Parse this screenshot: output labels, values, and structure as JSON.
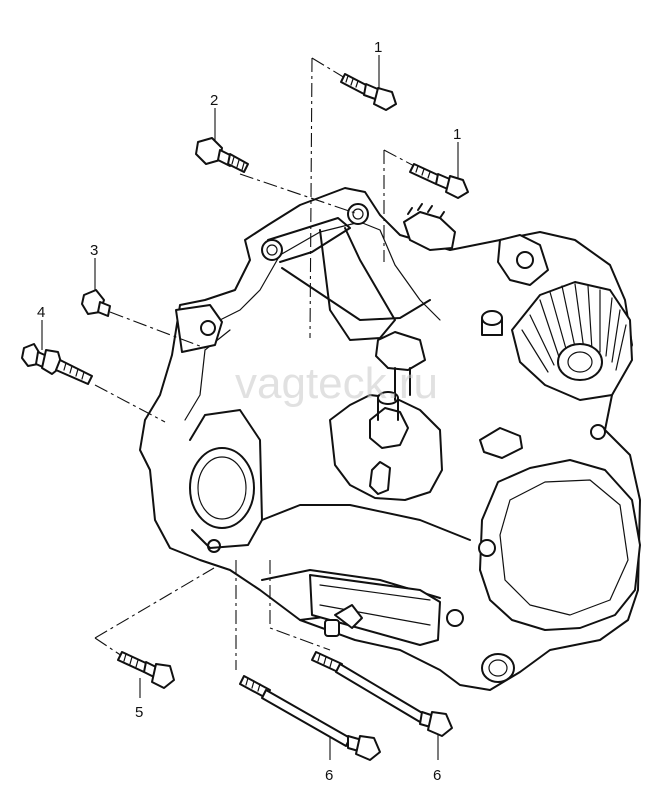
{
  "watermark": "vagteck.ru",
  "callouts": {
    "c1a": "1",
    "c1b": "1",
    "c2": "2",
    "c3": "3",
    "c4": "4",
    "c5": "5",
    "c6a": "6",
    "c6b": "6"
  },
  "parts": [
    {
      "label": "1",
      "item": "bolt-upper"
    },
    {
      "label": "1",
      "item": "bolt-right"
    },
    {
      "label": "2",
      "item": "bolt-left-upper"
    },
    {
      "label": "3",
      "item": "bolt-short"
    },
    {
      "label": "4",
      "item": "stud-left"
    },
    {
      "label": "5",
      "item": "bolt-lower"
    },
    {
      "label": "6",
      "item": "stud-lower-left"
    },
    {
      "label": "6",
      "item": "stud-lower-right"
    }
  ]
}
